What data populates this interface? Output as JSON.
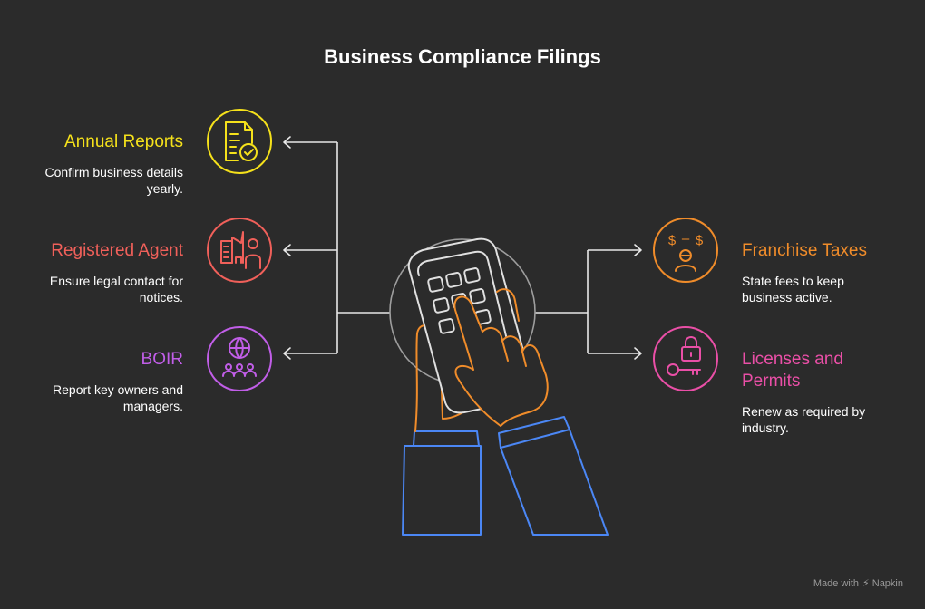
{
  "title": "Business Compliance Filings",
  "items": [
    {
      "heading": "Annual Reports",
      "desc": "Confirm business details yearly.",
      "color": "#f5e11b",
      "icon": "document-check-icon"
    },
    {
      "heading": "Registered Agent",
      "desc": "Ensure legal contact for notices.",
      "color": "#f0605a",
      "icon": "building-person-icon"
    },
    {
      "heading": "BOIR",
      "desc": "Report key owners and managers.",
      "color": "#c15ee8",
      "icon": "globe-people-icon"
    },
    {
      "heading": "Franchise Taxes",
      "desc": "State fees to keep business active.",
      "color": "#f08c2a",
      "icon": "dollar-person-icon"
    },
    {
      "heading": "Licenses and Permits",
      "desc": "Renew as required by industry.",
      "color": "#ea4fa7",
      "icon": "key-lock-icon"
    }
  ],
  "footer": {
    "made_with": "Made with",
    "brand": "Napkin"
  }
}
